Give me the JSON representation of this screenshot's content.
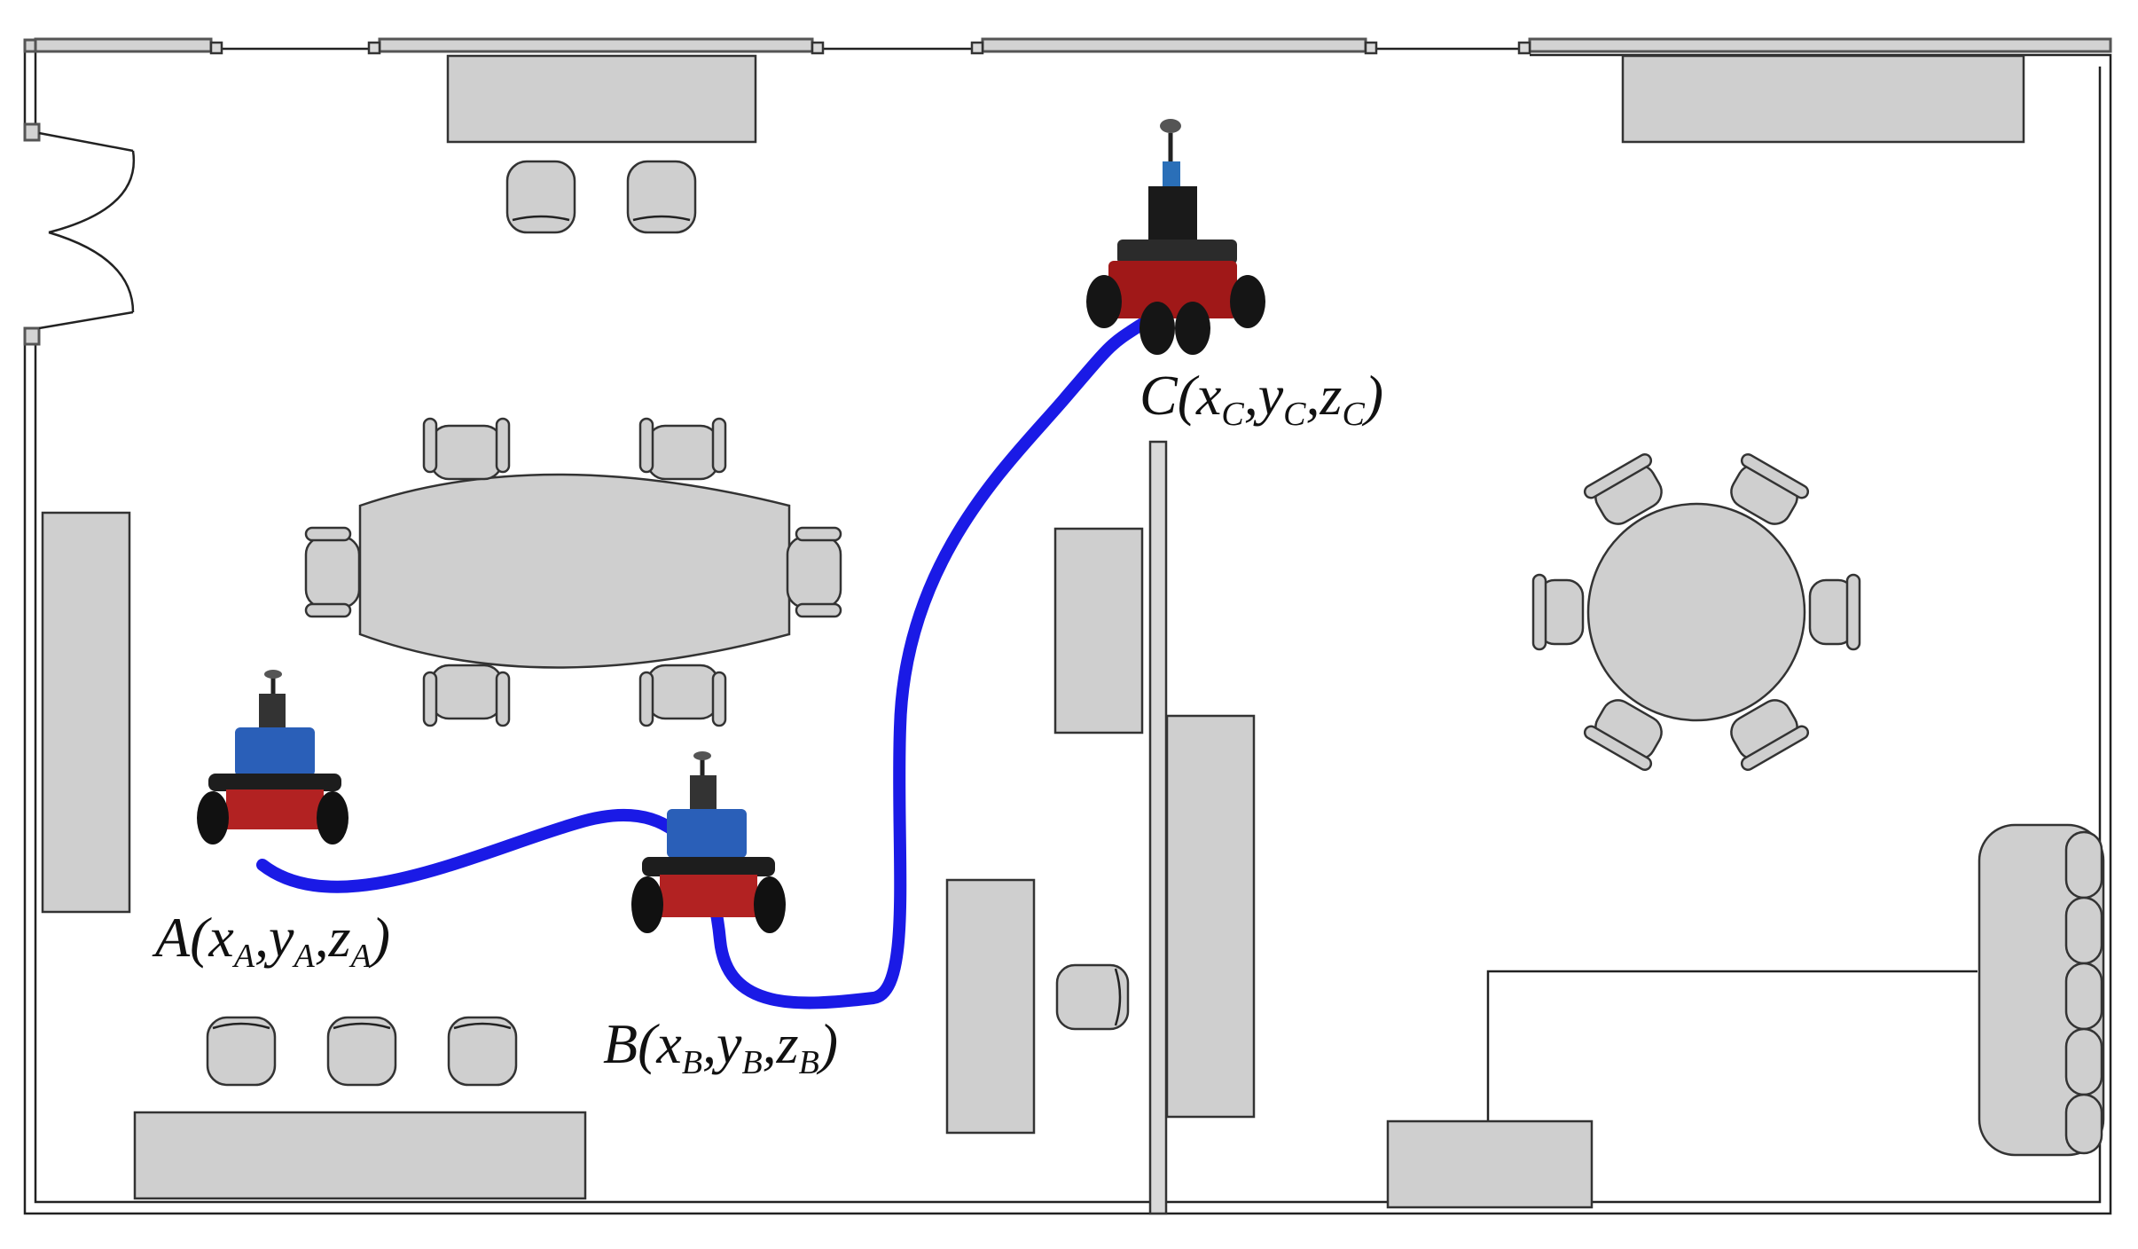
{
  "points": [
    {
      "id": "A",
      "letter": "A",
      "coords": [
        "x",
        "y",
        "z"
      ],
      "subscript": "A"
    },
    {
      "id": "B",
      "letter": "B",
      "coords": [
        "x",
        "y",
        "z"
      ],
      "subscript": "B"
    },
    {
      "id": "C",
      "letter": "C",
      "coords": [
        "x",
        "y",
        "z"
      ],
      "subscript": "C"
    }
  ],
  "robots": [
    {
      "id": "robot-a",
      "type": "two-wheel mobile robot"
    },
    {
      "id": "robot-b",
      "type": "two-wheel mobile robot"
    },
    {
      "id": "robot-c",
      "type": "four-wheel mobile robot"
    }
  ],
  "colors": {
    "path": "#1a1ae6",
    "furniture": "#cfcfcf",
    "robot_body": "#b22222",
    "robot_top": "#2a5fb8"
  }
}
